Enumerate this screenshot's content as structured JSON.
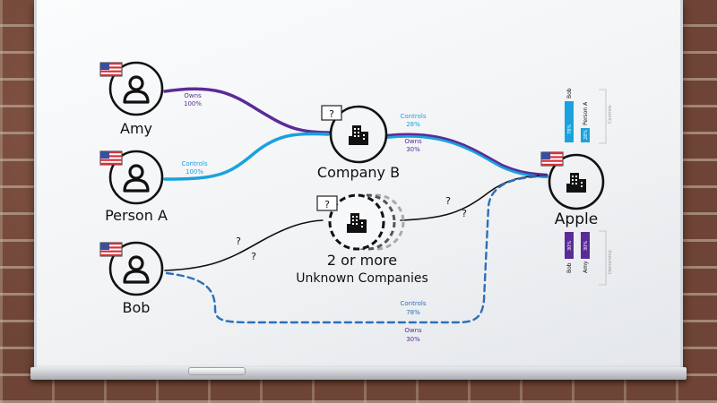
{
  "people": {
    "amy": {
      "label": "Amy"
    },
    "person_a": {
      "label": "Person A"
    },
    "bob": {
      "label": "Bob"
    }
  },
  "companies": {
    "company_b": {
      "label": "Company B",
      "question": "?"
    },
    "unknown": {
      "line1": "2 or more",
      "line2": "Unknown Companies",
      "question": "?"
    },
    "apple": {
      "label": "Apple"
    }
  },
  "edges": {
    "amy_owns": {
      "text": "Owns",
      "pct": "100%"
    },
    "persona_controls": {
      "text": "Controls",
      "pct": "100%"
    },
    "companyb_controls": {
      "text": "Controls",
      "pct": "28%"
    },
    "companyb_owns": {
      "text": "Owns",
      "pct": "30%"
    },
    "bob_controls": {
      "text": "Controls",
      "pct": "78%"
    },
    "bob_owns": {
      "text": "Owns",
      "pct": "30%"
    },
    "q_bob_unknown_1": "?",
    "q_bob_unknown_2": "?",
    "q_unknown_apple_1": "?",
    "q_unknown_apple_2": "?"
  },
  "mini_charts": {
    "controls": {
      "caption": "Controls",
      "bars": [
        {
          "label": "Bob",
          "value": "78%"
        },
        {
          "label": "Person A",
          "value": "28%"
        }
      ]
    },
    "ownership": {
      "caption": "Ownership",
      "bars": [
        {
          "label": "Bob",
          "value": "30%"
        },
        {
          "label": "Amy",
          "value": "30%"
        }
      ]
    }
  },
  "colors": {
    "purple": "#5b2b98",
    "blue": "#19a2de",
    "dashed": "#2d6fb8",
    "ink": "#111111"
  }
}
